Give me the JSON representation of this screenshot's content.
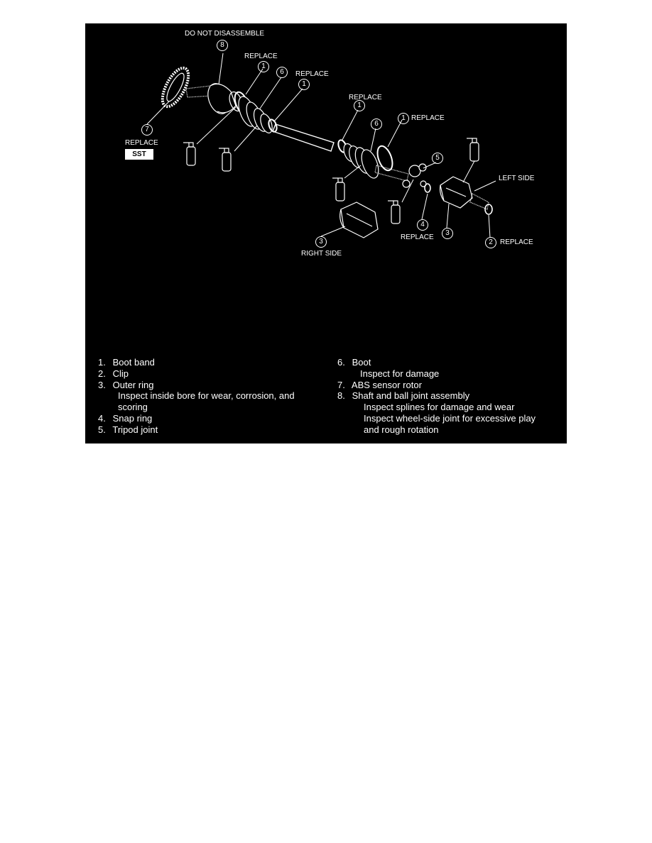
{
  "callouts": {
    "do_not_disassemble": "DO NOT DISASSEMBLE",
    "replace": "REPLACE",
    "sst": "SST",
    "left_side": "LEFT SIDE",
    "right_side": "RIGHT SIDE"
  },
  "numbers": {
    "n1": "1",
    "n2": "2",
    "n3": "3",
    "n4": "4",
    "n5": "5",
    "n6": "6",
    "n7": "7",
    "n8": "8"
  },
  "legend": {
    "left": [
      {
        "num": "1.",
        "label": "Boot band",
        "notes": []
      },
      {
        "num": "2.",
        "label": "Clip",
        "notes": []
      },
      {
        "num": "3.",
        "label": "Outer ring",
        "notes": [
          "Inspect inside bore for wear, corrosion, and",
          "scoring"
        ]
      },
      {
        "num": "4.",
        "label": "Snap ring",
        "notes": []
      },
      {
        "num": "5.",
        "label": "Tripod joint",
        "notes": []
      }
    ],
    "right": [
      {
        "num": "6.",
        "label": "Boot",
        "notes": [
          "Inspect for damage"
        ]
      },
      {
        "num": "7.",
        "label": "ABS sensor rotor",
        "notes": []
      },
      {
        "num": "8.",
        "label": "Shaft and ball joint assembly",
        "notes": [
          "Inspect splines for damage and wear",
          "Inspect wheel-side joint for excessive play",
          "and rough rotation"
        ]
      }
    ]
  }
}
